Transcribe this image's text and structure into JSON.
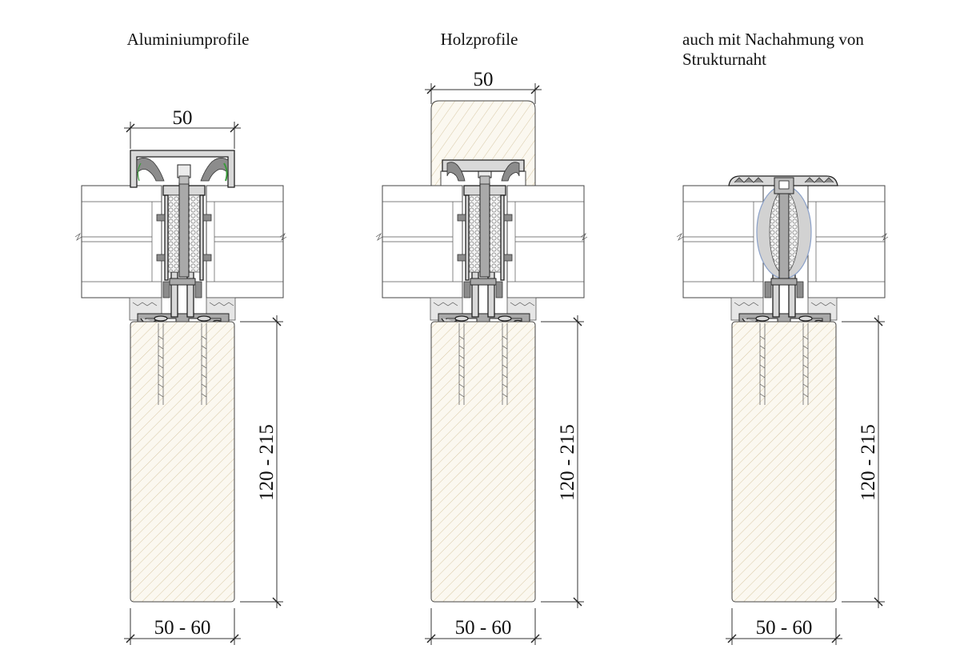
{
  "titles": {
    "aluminium": "Aluminiumprofile",
    "holz": "Holzprofile",
    "struktur_line1": "auch mit Nachahmung von",
    "struktur_line2": "Strukturnaht"
  },
  "dimensions": {
    "cap_width": "50",
    "beam_width": "50 - 60",
    "beam_depth": "120 - 215"
  },
  "colors": {
    "line": "#333333",
    "wood_hatch": "#d8c9a6",
    "metal": "#d9d9d9",
    "gasket_green": "#3a9a3a",
    "silicone_blue": "#8aa0c8"
  }
}
